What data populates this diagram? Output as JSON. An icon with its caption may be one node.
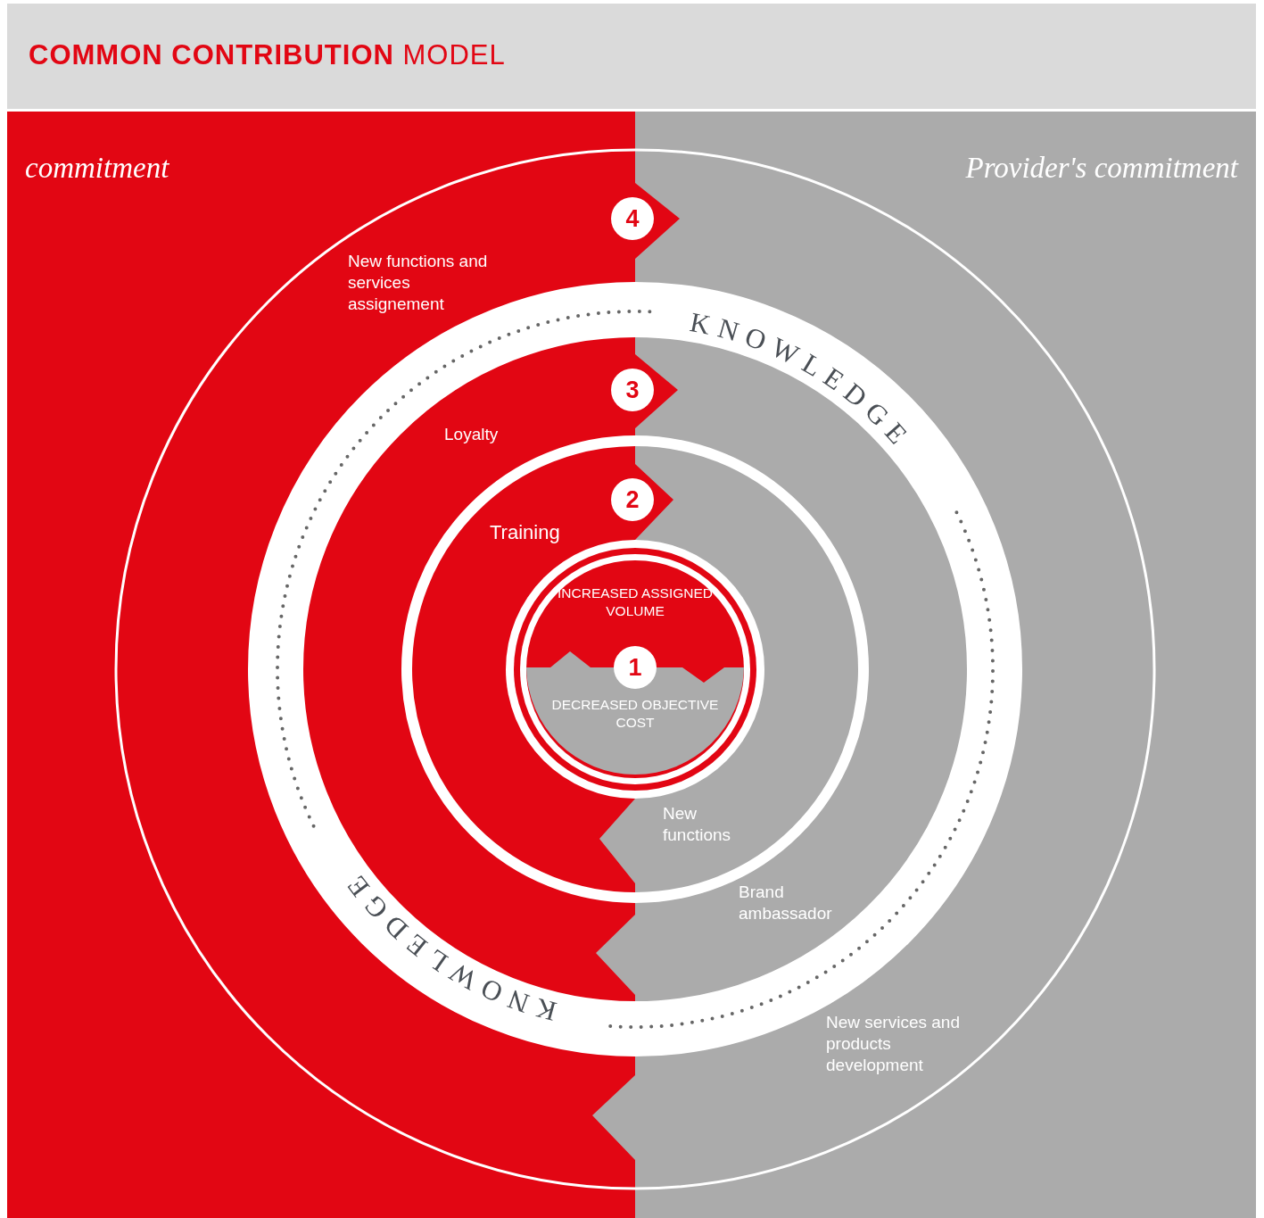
{
  "diagram": {
    "title": "**COMMON CONTRIBUTION** MODEL",
    "nodes": [
      {
        "text": [
          "INCREASED ASSIGNED VOLUME",
          "DECREASED OBJECTIVE COST"
        ]
      },
      {
        "text": [
          "1"
        ],
        "in": 0
      },
      {
        "text": [
          "2"
        ]
      },
      {
        "text": [
          "3"
        ]
      },
      {
        "text": [
          "4"
        ]
      }
    ],
    "labels": [
      "commitment",
      "Provider's commitment",
      "New functions and services assignement",
      "KNOWLEDGE",
      "Loyalty",
      "Training",
      "New functions",
      "Brand ambassador",
      "KNOWLEDGE",
      "New services and products development"
    ]
  }
}
